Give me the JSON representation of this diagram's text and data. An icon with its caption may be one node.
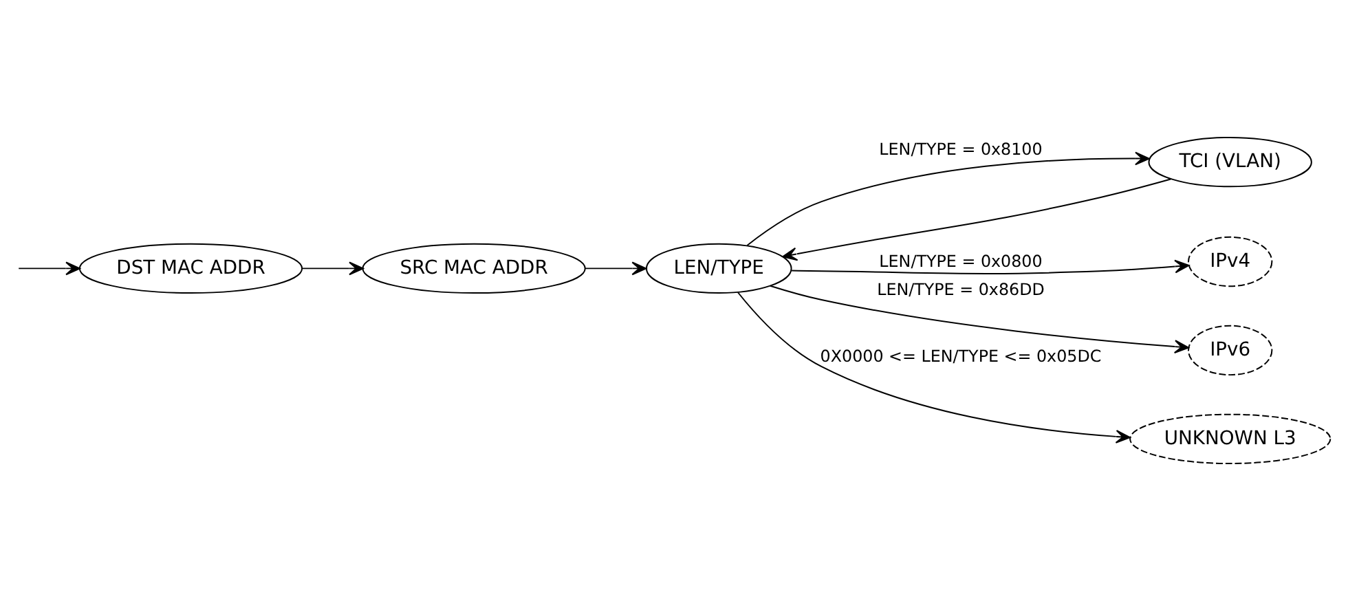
{
  "diagram": {
    "nodes": [
      {
        "text": [
          "DST MAC ADDR"
        ]
      },
      {
        "text": [
          "SRC MAC ADDR"
        ]
      },
      {
        "text": [
          "LEN/TYPE"
        ]
      },
      {
        "text": [
          "TCI (VLAN)"
        ]
      },
      {
        "text": [
          "IPv4"
        ]
      },
      {
        "text": [
          "IPv6"
        ]
      },
      {
        "text": [
          "UNKNOWN L3"
        ]
      }
    ],
    "edges": [
      {
        "from": null,
        "to": 0,
        "arrow": "to"
      },
      {
        "from": 0,
        "to": 1,
        "arrow": "to"
      },
      {
        "from": 1,
        "to": 2,
        "arrow": "to"
      },
      {
        "from": 2,
        "to": 3,
        "arrow": "to",
        "label": "LEN/TYPE = 0x8100"
      },
      {
        "from": 3,
        "to": 2,
        "arrow": "to"
      },
      {
        "from": 2,
        "to": 4,
        "arrow": "to",
        "label": "LEN/TYPE = 0x0800"
      },
      {
        "from": 2,
        "to": 5,
        "arrow": "to",
        "label": "LEN/TYPE = 0x86DD"
      },
      {
        "from": 2,
        "to": 6,
        "arrow": "to",
        "label": "0X0000 <= LEN/TYPE <= 0x05DC"
      }
    ]
  }
}
